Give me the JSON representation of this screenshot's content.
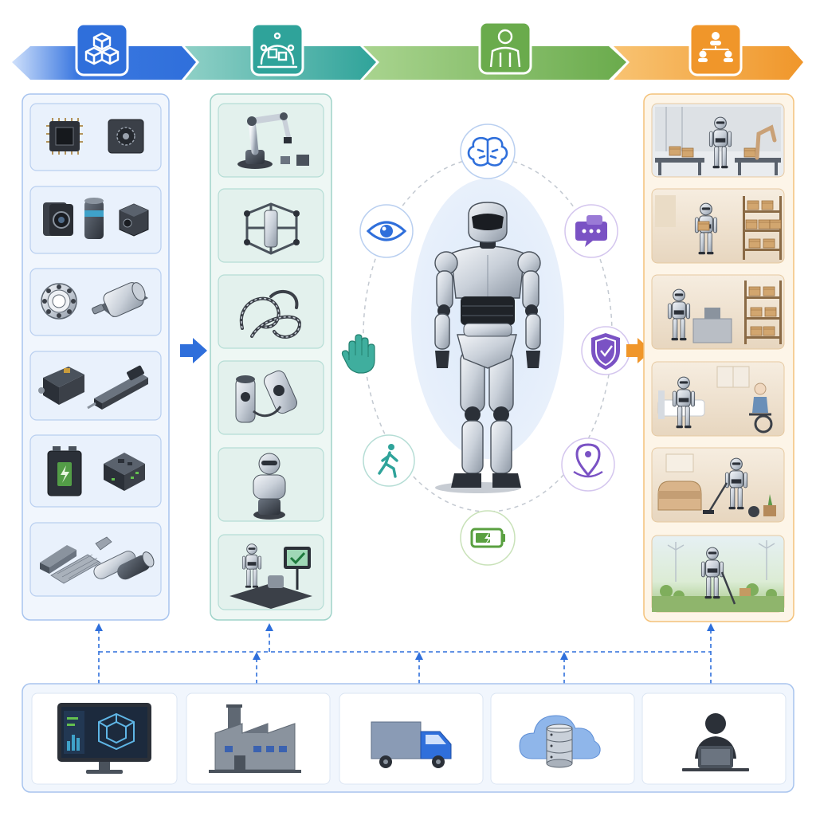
{
  "stages": [
    {
      "key": "components",
      "icon": "cubes-icon",
      "color": "#2f6fdb"
    },
    {
      "key": "modules",
      "icon": "robot-arm-assembly-icon",
      "color": "#2fa39a"
    },
    {
      "key": "humanoid",
      "icon": "humanoid-bust-icon",
      "color": "#6aab4c"
    },
    {
      "key": "applications",
      "icon": "organization-chart-icon",
      "color": "#f0962a"
    }
  ],
  "components": [
    {
      "icons": [
        "cpu-chip-icon",
        "sensor-chip-icon"
      ]
    },
    {
      "icons": [
        "camera-module-icon",
        "lidar-cylinder-icon",
        "depth-sensor-icon"
      ]
    },
    {
      "icons": [
        "ball-bearing-icon",
        "servo-motor-icon"
      ]
    },
    {
      "icons": [
        "motor-driver-icon",
        "linear-actuator-icon"
      ]
    },
    {
      "icons": [
        "battery-pack-icon",
        "control-board-icon"
      ]
    },
    {
      "icons": [
        "raw-materials-icon"
      ]
    }
  ],
  "modules": [
    {
      "icon": "robotic-arm-icon"
    },
    {
      "icon": "torso-frame-icon"
    },
    {
      "icon": "cable-harness-icon"
    },
    {
      "icon": "joint-actuators-icon"
    },
    {
      "icon": "robot-head-module-icon"
    },
    {
      "icon": "testing-station-icon"
    }
  ],
  "capabilities": [
    {
      "icon": "brain-icon",
      "color": "#2f6fdb"
    },
    {
      "icon": "chat-bubble-icon",
      "color": "#7a52c4"
    },
    {
      "icon": "shield-icon",
      "color": "#7a52c4"
    },
    {
      "icon": "location-pin-icon",
      "color": "#7a52c4"
    },
    {
      "icon": "battery-icon",
      "color": "#5aa040"
    },
    {
      "icon": "walking-person-icon",
      "color": "#2fa39a"
    },
    {
      "icon": "hand-icon",
      "color": "#2fa39a"
    },
    {
      "icon": "eye-icon",
      "color": "#2f6fdb"
    }
  ],
  "applications": [
    {
      "scene": "factory-workstation-scene"
    },
    {
      "scene": "warehouse-shelving-scene"
    },
    {
      "scene": "retail-counter-scene"
    },
    {
      "scene": "elderly-care-scene"
    },
    {
      "scene": "home-cleaning-scene"
    },
    {
      "scene": "outdoor-field-scene"
    }
  ],
  "infrastructure": [
    {
      "icon": "design-software-monitor-icon"
    },
    {
      "icon": "factory-icon"
    },
    {
      "icon": "delivery-truck-icon"
    },
    {
      "icon": "cloud-database-icon"
    },
    {
      "icon": "operator-laptop-icon"
    }
  ],
  "colors": {
    "blue": "#2f6fdb",
    "teal": "#2fa39a",
    "green": "#6aab4c",
    "orange": "#f0962a",
    "purple": "#7a52c4",
    "panel_blue_bg": "#f1f6fd",
    "panel_teal_bg": "#eef7f4",
    "panel_orange_bg": "#fdf5e8"
  }
}
